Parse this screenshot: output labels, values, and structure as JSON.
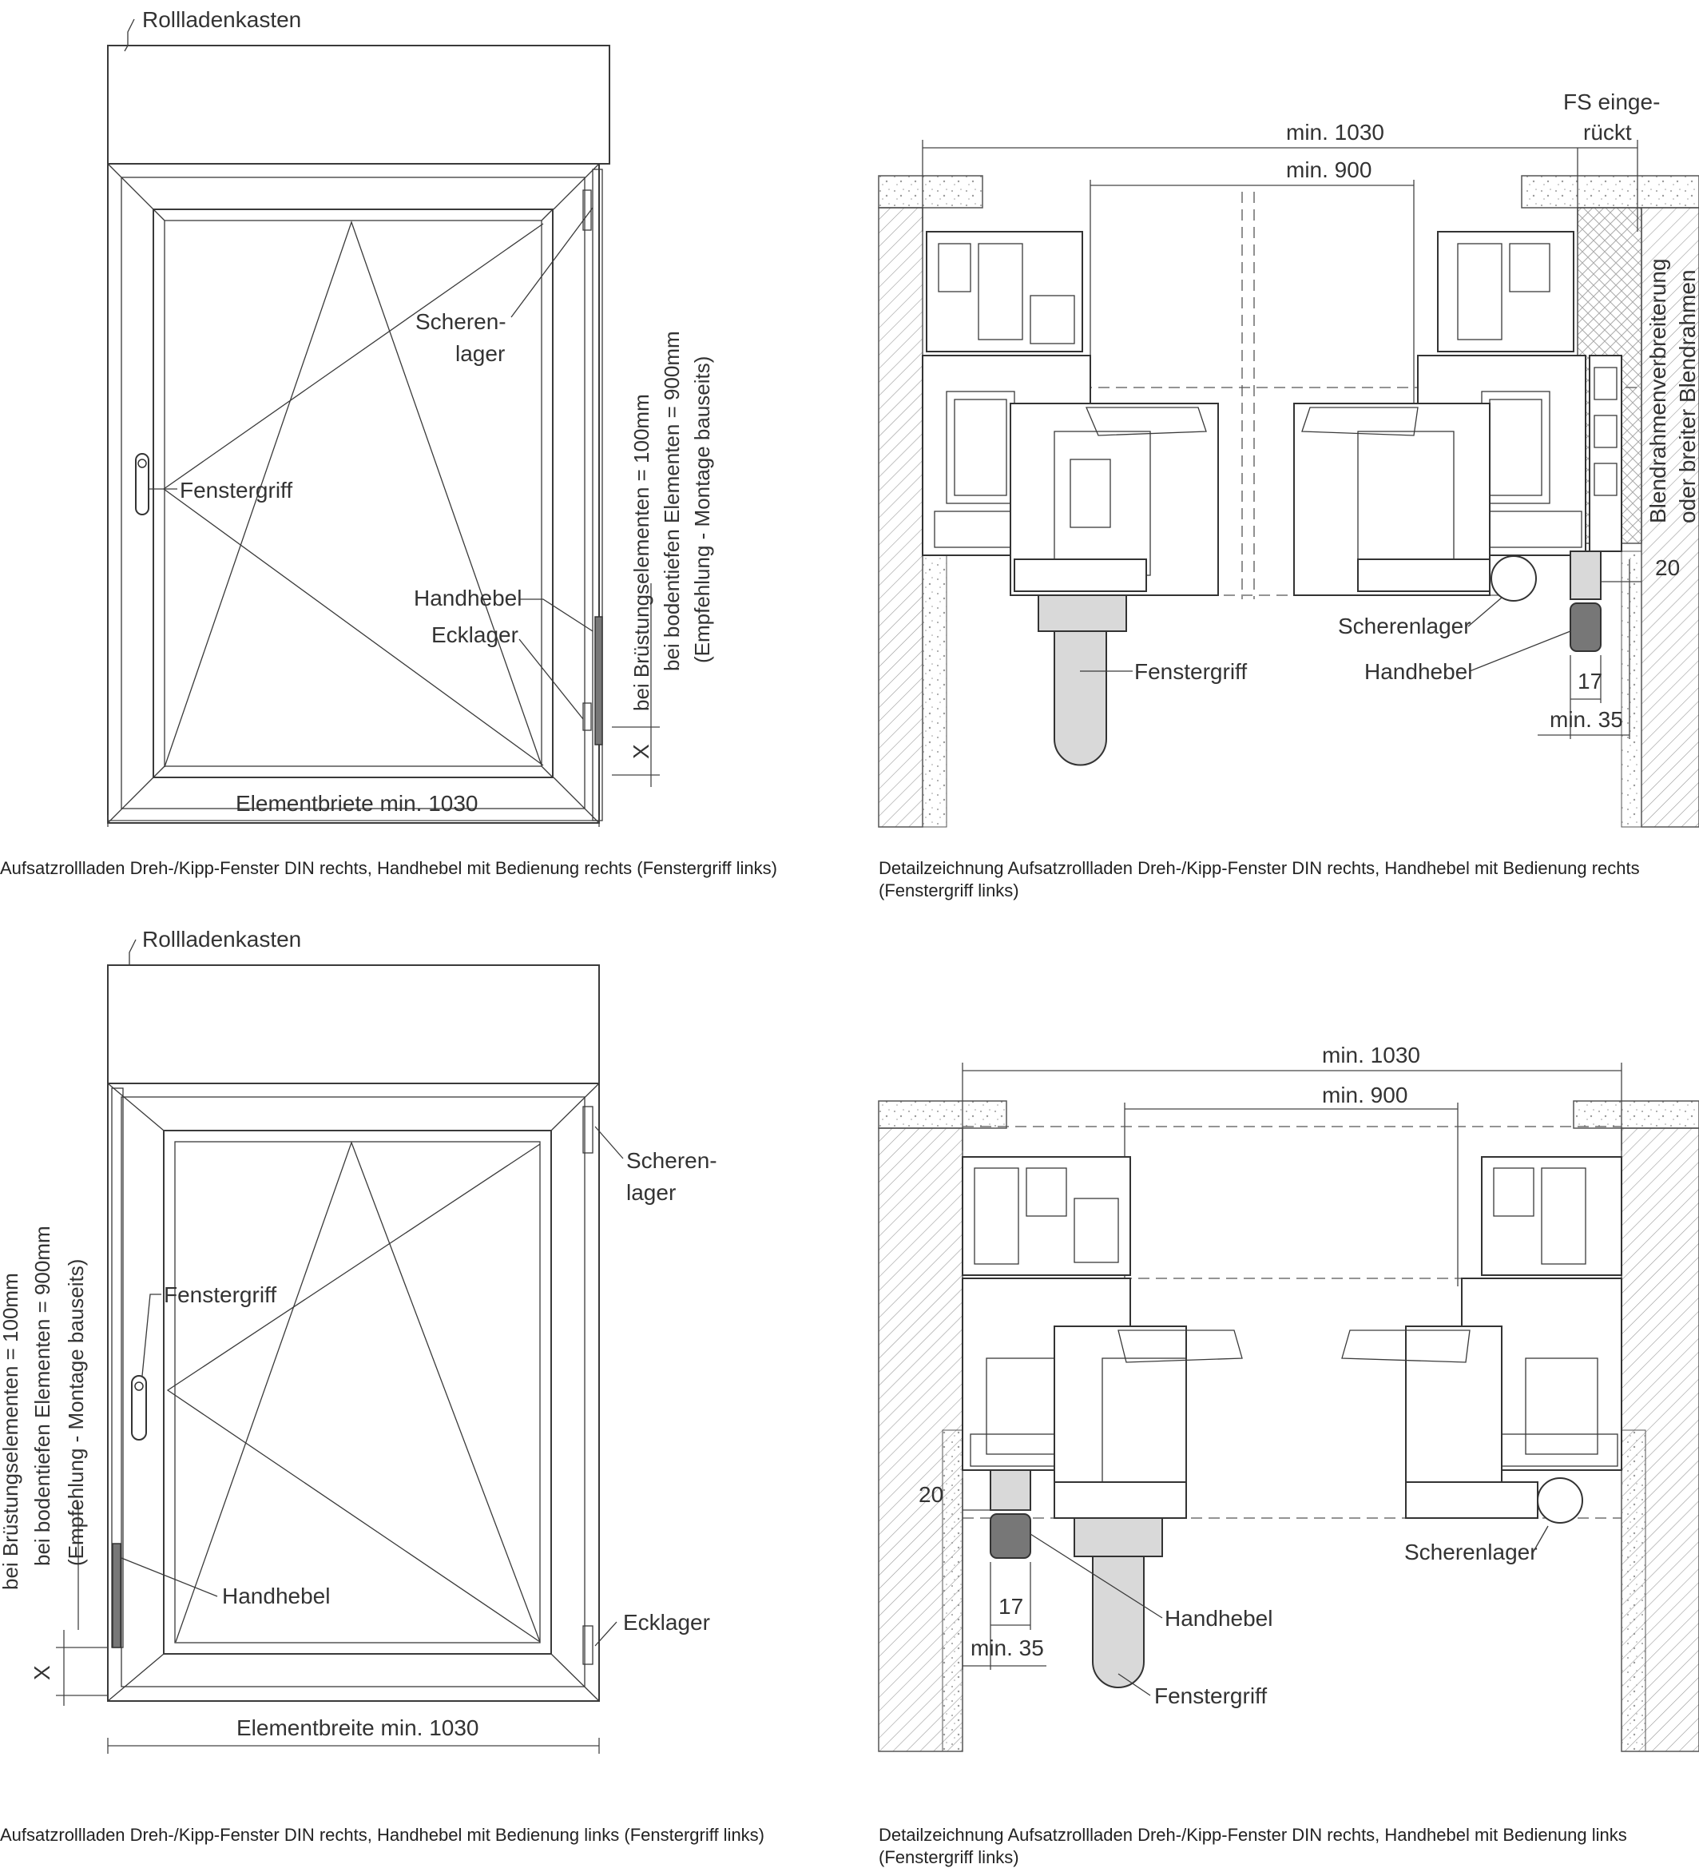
{
  "colors": {
    "line": "#3a3a3a",
    "text": "#333333",
    "handle_fill": "#d9d9d9",
    "lever_fill": "#777777",
    "wall_hatch": "#9a9a9a"
  },
  "panel_tl": {
    "rollladenkasten": "Rollladenkasten",
    "scherenlager_1": "Scheren-",
    "scherenlager_2": "lager",
    "fenstergriff": "Fenstergriff",
    "handhebel": "Handhebel",
    "ecklager": "Ecklager",
    "x": "X",
    "vert_1": "bei Brüstungselementen = 100mm",
    "vert_2": "bei bodentiefen Elementen = 900mm",
    "vert_3": "(Empfehlung - Montage bauseits)",
    "width": "Elementbriete min. 1030",
    "caption": "Aufsatzrollladen Dreh-/Kipp-Fenster DIN rechts, Handhebel mit Bedienung rechts (Fenstergriff links)"
  },
  "panel_tr": {
    "fs_1": "FS einge-",
    "fs_2": "rückt",
    "min1030": "min. 1030",
    "min900": "min. 900",
    "blend_1": "Blendrahmenverbreiterung",
    "blend_2": "oder breiter Blendrahmen",
    "d20": "20",
    "scherenlager": "Scherenlager",
    "handhebel": "Handhebel",
    "fenstergriff": "Fenstergriff",
    "d17": "17",
    "min35": "min. 35",
    "caption_1": "Detailzeichnung Aufsatzrollladen Dreh-/Kipp-Fenster DIN rechts, Handhebel mit Bedienung rechts",
    "caption_2": "(Fenstergriff links)"
  },
  "panel_bl": {
    "rollladenkasten": "Rollladenkasten",
    "scherenlager_1": "Scheren-",
    "scherenlager_2": "lager",
    "fenstergriff": "Fenstergriff",
    "handhebel": "Handhebel",
    "ecklager": "Ecklager",
    "x": "X",
    "vert_1": "bei Brüstungselementen = 100mm",
    "vert_2": "bei bodentiefen Elementen = 900mm",
    "vert_3": "(Empfehlung - Montage bauseits)",
    "width": "Elementbreite min. 1030",
    "caption": "Aufsatzrollladen Dreh-/Kipp-Fenster DIN rechts, Handhebel mit Bedienung links (Fenstergriff links)"
  },
  "panel_br": {
    "min1030": "min. 1030",
    "min900": "min. 900",
    "d20": "20",
    "scherenlager": "Scherenlager",
    "handhebel": "Handhebel",
    "fenstergriff": "Fenstergriff",
    "d17": "17",
    "min35": "min. 35",
    "caption_1": "Detailzeichnung Aufsatzrollladen Dreh-/Kipp-Fenster DIN rechts, Handhebel mit Bedienung links",
    "caption_2": "(Fenstergriff links)"
  }
}
